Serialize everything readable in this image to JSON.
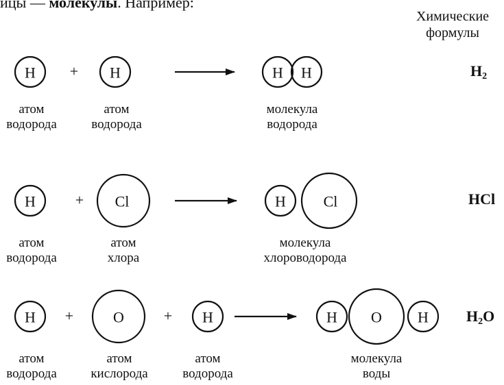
{
  "intro": {
    "prefix": "ицы — ",
    "bold": "молекулы",
    "suffix": ". Например:"
  },
  "header": {
    "line1": "Химические",
    "line2": "формулы"
  },
  "symbols": {
    "H": "H",
    "Cl": "Cl",
    "O": "O",
    "plus": "+"
  },
  "rows": [
    {
      "captions": [
        {
          "l1": "атом",
          "l2": "водорода"
        },
        {
          "l1": "атом",
          "l2": "водорода"
        },
        {
          "l1": "молекула",
          "l2": "водорода"
        }
      ],
      "formula": {
        "main": "H",
        "sub": "2",
        "tail": ""
      }
    },
    {
      "captions": [
        {
          "l1": "атом",
          "l2": "водорода"
        },
        {
          "l1": "атом",
          "l2": "хлора"
        },
        {
          "l1": "молекула",
          "l2": "хлороводорода"
        }
      ],
      "formula": {
        "main": "HCl",
        "sub": "",
        "tail": ""
      }
    },
    {
      "captions": [
        {
          "l1": "атом",
          "l2": "водорода"
        },
        {
          "l1": "атом",
          "l2": "кислорода"
        },
        {
          "l1": "атом",
          "l2": "водорода"
        },
        {
          "l1": "молекула",
          "l2": "воды"
        }
      ],
      "formula": {
        "main": "H",
        "sub": "2",
        "tail": "O"
      }
    }
  ]
}
